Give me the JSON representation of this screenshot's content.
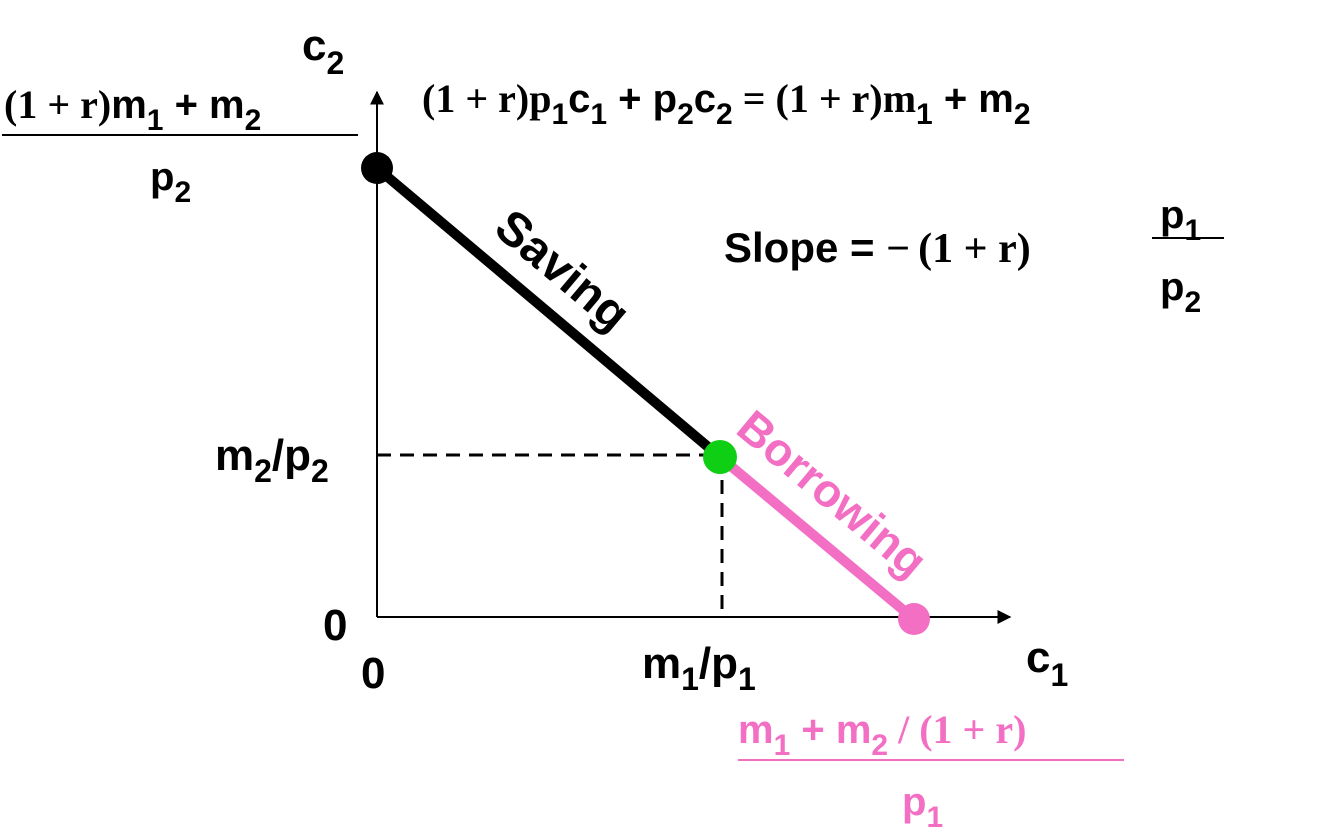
{
  "axes": {
    "y_label": "c",
    "y_label_sub": "2",
    "x_label": "c",
    "x_label_sub": "1",
    "origin_x": "0",
    "origin_y": "0"
  },
  "y_intercept_label": {
    "num_paren": "(1 + r)",
    "num_m1": "m",
    "num_m1_sub": "1",
    "num_plus": " + m",
    "num_m2_sub": "2",
    "den_p": "p",
    "den_sub": "2"
  },
  "equation": {
    "p1": "(1 + r)p",
    "s1": "1",
    "p2": "c",
    "s2": "1",
    "p3": " + p",
    "s3": "2",
    "p4": "c",
    "s4": "2",
    "p5": " = (1 + r)m",
    "s5": "1",
    "p6": " + m",
    "s6": "2"
  },
  "slope": {
    "label": "Slope = ",
    "minus": "−",
    "paren": "(1 + r)",
    "num_p": "p",
    "num_sub": "1",
    "den_p": "p",
    "den_sub": "2"
  },
  "segments": {
    "saving": "Saving",
    "borrowing": "Borrowing"
  },
  "endowment": {
    "y_m": "m",
    "y_m_sub": "2",
    "y_slash": "/p",
    "y_p_sub": "2",
    "x_m": "m",
    "x_m_sub": "1",
    "x_slash": "/p",
    "x_p_sub": "1"
  },
  "x_intercept_label": {
    "num_m1": "m",
    "num_m1_sub": "1",
    "num_plus": " + m",
    "num_m2_sub": "2",
    "num_rest": " / (1 + r)",
    "den_p": "p",
    "den_sub": "1"
  },
  "colors": {
    "saving": "#000000",
    "borrowing": "#f26fc4",
    "endowment": "#0fcf14",
    "axis": "#000000"
  }
}
